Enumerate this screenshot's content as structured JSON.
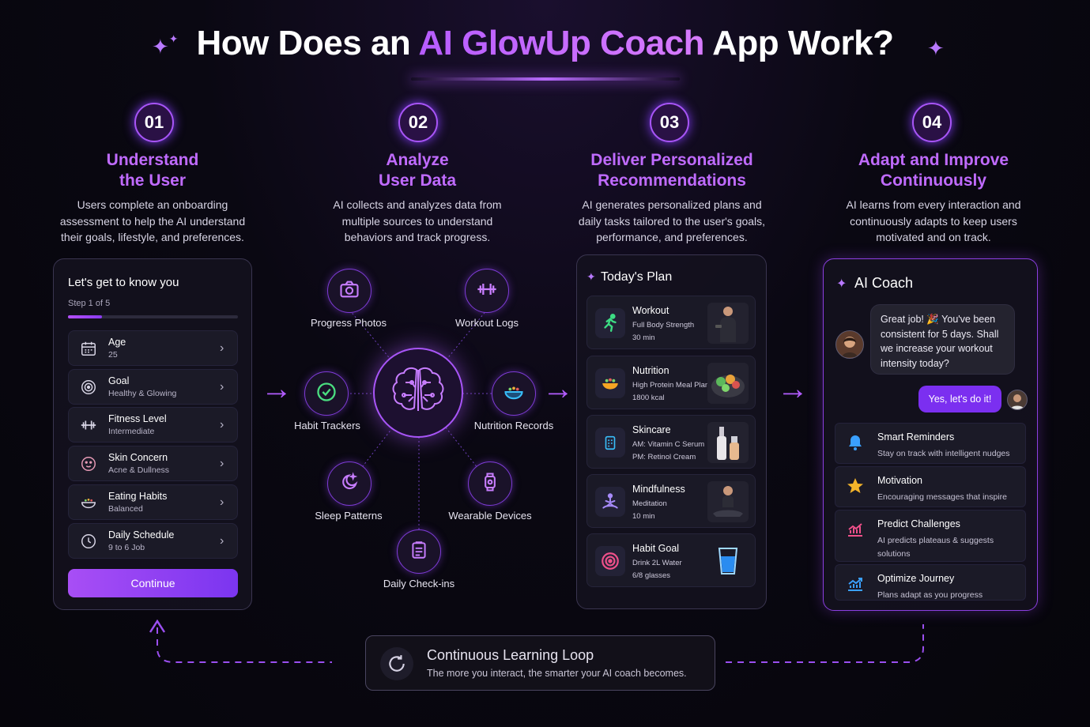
{
  "title": {
    "pre": "How Does an ",
    "highlight": "AI GlowUp Coach",
    "post": " App Work?"
  },
  "steps": [
    {
      "num": "01",
      "title": "Understand\nthe User",
      "desc": "Users complete an onboarding\nassessment to help the AI understand\ntheir goals, lifestyle, and preferences."
    },
    {
      "num": "02",
      "title": "Analyze\nUser Data",
      "desc": "AI collects and analyzes data from\nmultiple sources to understand\nbehaviors and track progress."
    },
    {
      "num": "03",
      "title": "Deliver Personalized\nRecommendations",
      "desc": "AI generates personalized plans and\ndaily tasks tailored to the user's goals,\nperformance, and preferences."
    },
    {
      "num": "04",
      "title": "Adapt and Improve\nContinuously",
      "desc": "AI learns from every interaction and\ncontinuously adapts to keep users\nmotivated and on track."
    }
  ],
  "onboarding": {
    "heading": "Let's get to know you",
    "step": "Step 1 of 5",
    "progress": 0.2,
    "rows": [
      {
        "label": "Age",
        "value": "25",
        "icon": "calendar-icon"
      },
      {
        "label": "Goal",
        "value": "Healthy & Glowing",
        "icon": "target-icon"
      },
      {
        "label": "Fitness Level",
        "value": "Intermediate",
        "icon": "dumbbell-icon"
      },
      {
        "label": "Skin Concern",
        "value": "Acne & Dullness",
        "icon": "face-icon"
      },
      {
        "label": "Eating Habits",
        "value": "Balanced",
        "icon": "bowl-icon"
      },
      {
        "label": "Daily Schedule",
        "value": "9 to 6 Job",
        "icon": "clock-icon"
      }
    ],
    "button": "Continue"
  },
  "analyze": {
    "nodes": [
      "Progress Photos",
      "Workout Logs",
      "Habit Trackers",
      "Nutrition Records",
      "Sleep Patterns",
      "Wearable Devices",
      "Daily Check-ins"
    ]
  },
  "plan": {
    "heading": "Today's Plan",
    "cards": [
      {
        "title": "Workout",
        "l1": "Full Body Strength",
        "l2": "30 min",
        "icon": "running-icon",
        "color": "#3ddc84"
      },
      {
        "title": "Nutrition",
        "l1": "High Protein Meal Plan",
        "l2": "1800 kcal",
        "icon": "bowl-icon",
        "color": "#f5a524"
      },
      {
        "title": "Skincare",
        "l1": "AM: Vitamin C Serum",
        "l2": "PM: Retinol Cream",
        "icon": "serum-icon",
        "color": "#38bdf8"
      },
      {
        "title": "Mindfulness",
        "l1": "Meditation",
        "l2": "10 min",
        "icon": "meditation-icon",
        "color": "#a78bfa"
      },
      {
        "title": "Habit Goal",
        "l1": "Drink 2L Water",
        "l2": "6/8 glasses",
        "icon": "target-icon",
        "color": "#f0508a"
      }
    ]
  },
  "coach": {
    "heading": "AI Coach",
    "message": "Great job! 🎉 You've been consistent for 5 days. Shall we increase your workout intensity today?",
    "reply": "Yes, let's do it!",
    "features": [
      {
        "title": "Smart Reminders",
        "desc": "Stay on track with intelligent nudges",
        "icon": "bell-icon"
      },
      {
        "title": "Motivation",
        "desc": "Encouraging messages that inspire",
        "icon": "star-icon"
      },
      {
        "title": "Predict Challenges",
        "desc": "AI predicts plateaus & suggests solutions",
        "icon": "chart-icon"
      },
      {
        "title": "Optimize Journey",
        "desc": "Plans adapt as you progress",
        "icon": "trend-icon"
      }
    ]
  },
  "loop": {
    "title": "Continuous Learning Loop",
    "desc": "The more you interact, the smarter your AI coach becomes."
  },
  "colors": {
    "accent": "#a855f7",
    "accent_text": "#c06bff"
  }
}
